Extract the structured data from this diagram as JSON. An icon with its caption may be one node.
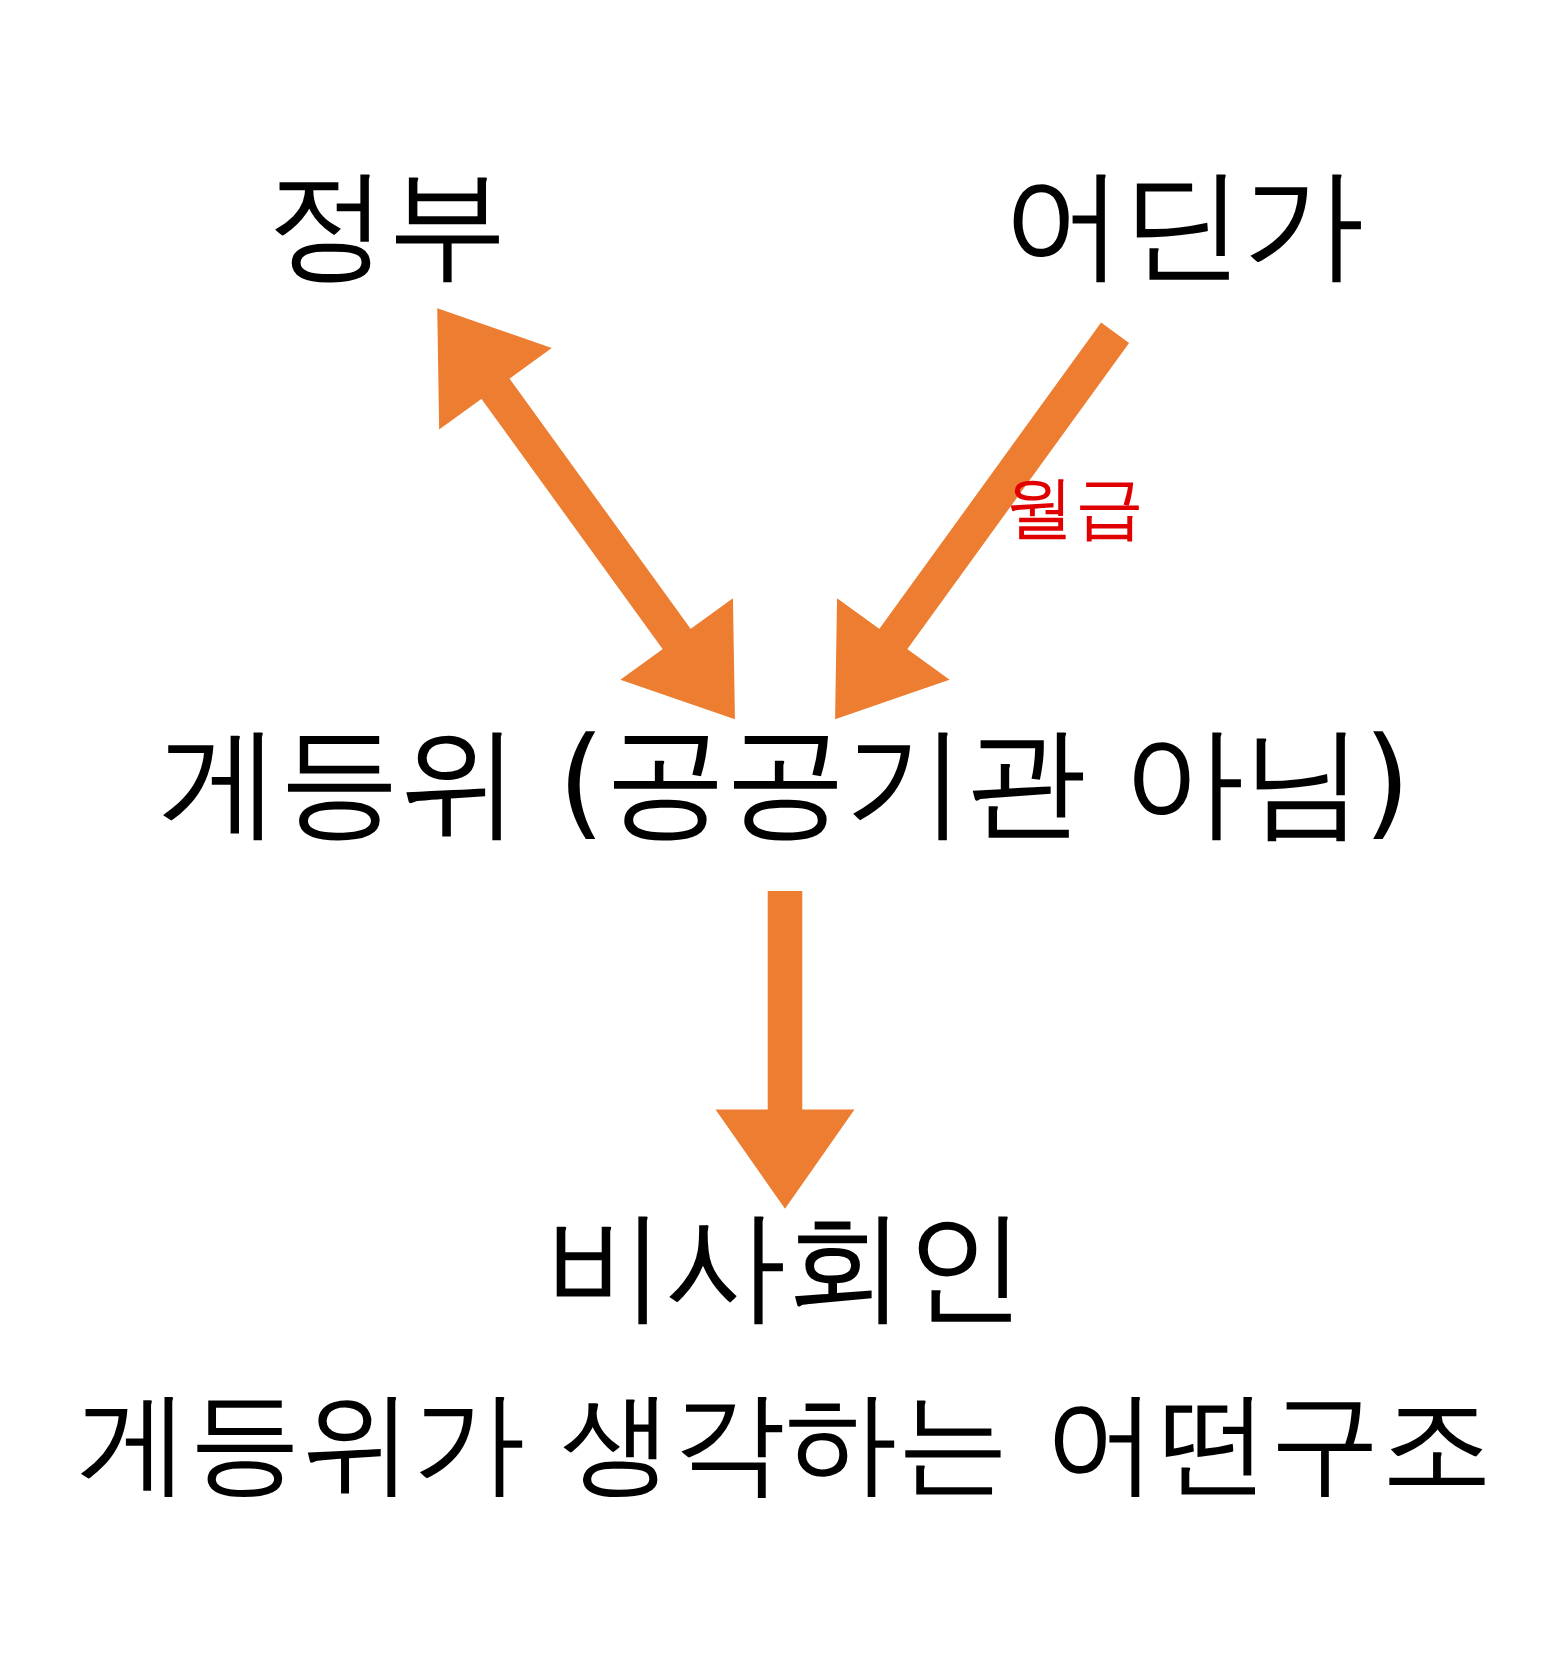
{
  "diagram": {
    "caption": "게등위가 생각하는 어떤구조",
    "nodes": [
      {
        "text": [
          "정부"
        ]
      },
      {
        "text": [
          "게등위 (공공기관 아님)"
        ]
      },
      {
        "text": [
          "어딘가"
        ]
      },
      {
        "text": [
          "비사회인"
        ]
      }
    ],
    "edges": [
      {
        "from": 0,
        "to": 1,
        "arrow": "both"
      },
      {
        "from": 2,
        "to": 1,
        "arrow": "to",
        "label": "월급"
      },
      {
        "from": 1,
        "to": 3,
        "arrow": "to"
      }
    ]
  }
}
